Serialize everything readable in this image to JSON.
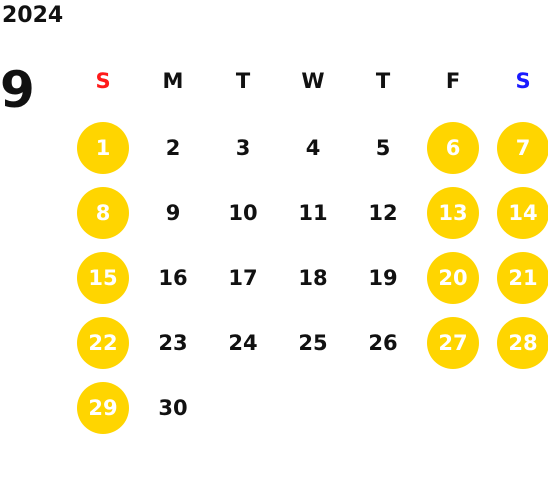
{
  "calendar": {
    "year": "2024",
    "month": "9",
    "weekdays": [
      "S",
      "M",
      "T",
      "W",
      "T",
      "F",
      "S"
    ],
    "colors": {
      "highlight": "#ffd500",
      "sunday_header": "#ff1a1a",
      "saturday_header": "#1a1aff",
      "text": "#111111"
    },
    "first_weekday_index": 0,
    "days": [
      {
        "label": "1",
        "highlighted": true
      },
      {
        "label": "2",
        "highlighted": false
      },
      {
        "label": "3",
        "highlighted": false
      },
      {
        "label": "4",
        "highlighted": false
      },
      {
        "label": "5",
        "highlighted": false
      },
      {
        "label": "6",
        "highlighted": true
      },
      {
        "label": "7",
        "highlighted": true
      },
      {
        "label": "8",
        "highlighted": true
      },
      {
        "label": "9",
        "highlighted": false
      },
      {
        "label": "10",
        "highlighted": false
      },
      {
        "label": "11",
        "highlighted": false
      },
      {
        "label": "12",
        "highlighted": false
      },
      {
        "label": "13",
        "highlighted": true
      },
      {
        "label": "14",
        "highlighted": true
      },
      {
        "label": "15",
        "highlighted": true
      },
      {
        "label": "16",
        "highlighted": false
      },
      {
        "label": "17",
        "highlighted": false
      },
      {
        "label": "18",
        "highlighted": false
      },
      {
        "label": "19",
        "highlighted": false
      },
      {
        "label": "20",
        "highlighted": true
      },
      {
        "label": "21",
        "highlighted": true
      },
      {
        "label": "22",
        "highlighted": true
      },
      {
        "label": "23",
        "highlighted": false
      },
      {
        "label": "24",
        "highlighted": false
      },
      {
        "label": "25",
        "highlighted": false
      },
      {
        "label": "26",
        "highlighted": false
      },
      {
        "label": "27",
        "highlighted": true
      },
      {
        "label": "28",
        "highlighted": true
      },
      {
        "label": "29",
        "highlighted": true
      },
      {
        "label": "30",
        "highlighted": false
      }
    ]
  }
}
